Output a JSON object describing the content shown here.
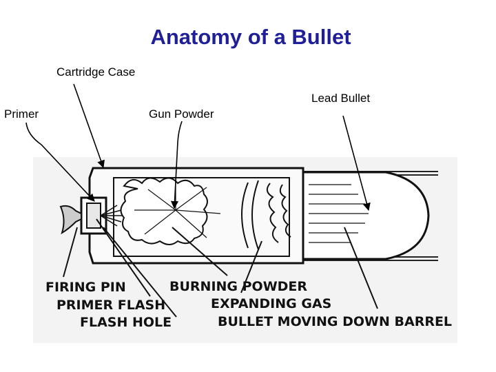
{
  "title": "Anatomy of a Bullet",
  "labels": {
    "cartridge_case": "Cartridge Case",
    "lead_bullet": "Lead Bullet",
    "primer": "Primer",
    "gun_powder": "Gun Powder"
  },
  "captions": {
    "firing_pin": "FIRING PIN",
    "primer_flash": "PRIMER FLASH",
    "flash_hole": "FLASH HOLE",
    "burning_powder": "BURNING POWDER",
    "expanding_gas": "EXPANDING GAS",
    "bullet_moving": "BULLET MOVING DOWN BARREL"
  }
}
